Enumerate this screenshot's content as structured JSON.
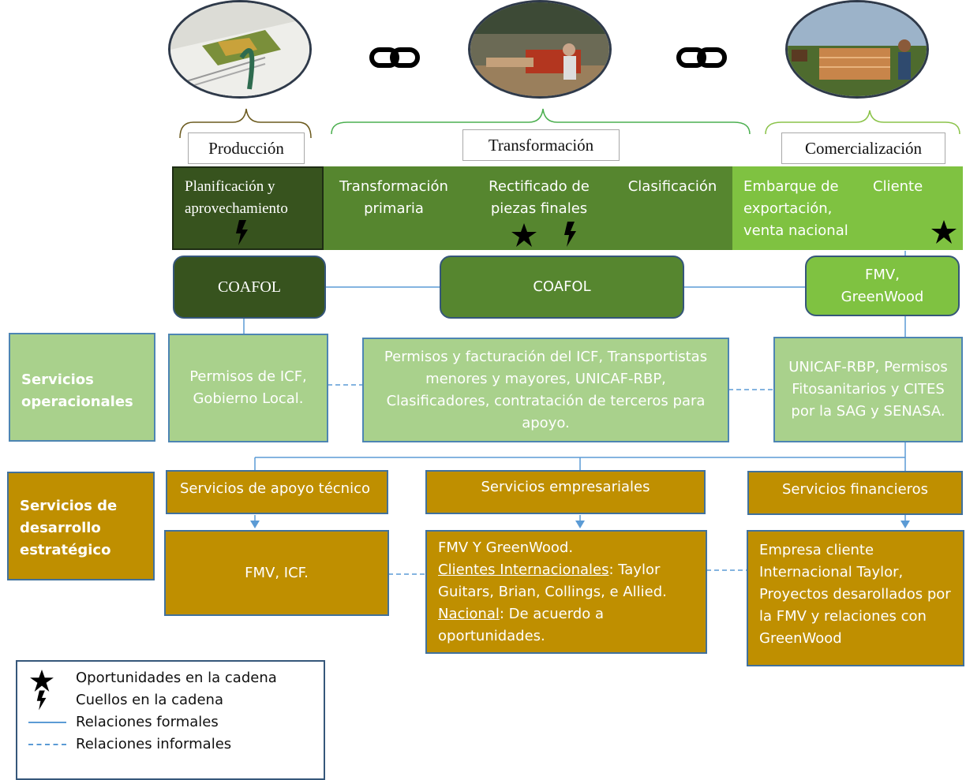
{
  "stages": {
    "produccion": "Producción",
    "transformacion": "Transformación",
    "comercializacion": "Comercialización"
  },
  "activities": {
    "planificacion": "Planificación y aprovechamiento",
    "transformacion_primaria": "Transformación primaria",
    "rectificado": "Rectificado de piezas finales",
    "clasificacion": "Clasificación",
    "embarque": "Embarque de exportación, venta nacional",
    "cliente": "Cliente"
  },
  "actors": {
    "coafol_1": "COAFOL",
    "coafol_2": "COAFOL",
    "fmv_greenwood": "FMV, GreenWood"
  },
  "rows": {
    "servicios_operacionales": "Servicios operacionales",
    "servicios_desarrollo": "Servicios de desarrollo estratégico"
  },
  "operational": {
    "produccion": "Permisos de ICF, Gobierno Local.",
    "transformacion": "Permisos y facturación del ICF, Transportistas menores y mayores, UNICAF-RBP, Clasificadores, contratación de terceros para apoyo.",
    "comercializacion": "UNICAF-RBP, Permisos Fitosanitarios y CITES por la SAG y SENASA."
  },
  "strategic_headers": {
    "tecnico": "Servicios de apoyo técnico",
    "empresariales": "Servicios empresariales",
    "financieros": "Servicios financieros"
  },
  "strategic_boxes": {
    "tecnico": "FMV, ICF.",
    "empresariales_line1": "FMV Y GreenWood.",
    "empresariales_intl_label": "Clientes Internacionales",
    "empresariales_intl_text": ": Taylor Guitars, Brian, Collings, e Allied.",
    "empresariales_nac_label": "Nacional",
    "empresariales_nac_text": ": De acuerdo a oportunidades.",
    "financieros": "Empresa cliente Internacional Taylor, Proyectos desarollados por la FMV y relaciones con GreenWood"
  },
  "legend": {
    "oportunidades": "Oportunidades en la   cadena",
    "cuellos": "Cuellos en la cadena",
    "formales": "Relaciones formales",
    "informales": "Relaciones informales"
  },
  "colors": {
    "dark_green": "#37531e",
    "mid_green": "#56862f",
    "light_green": "#7fc241",
    "pale_green": "#a9d18c",
    "gold": "#bf8f00",
    "line_blue": "#5b9bd5"
  }
}
